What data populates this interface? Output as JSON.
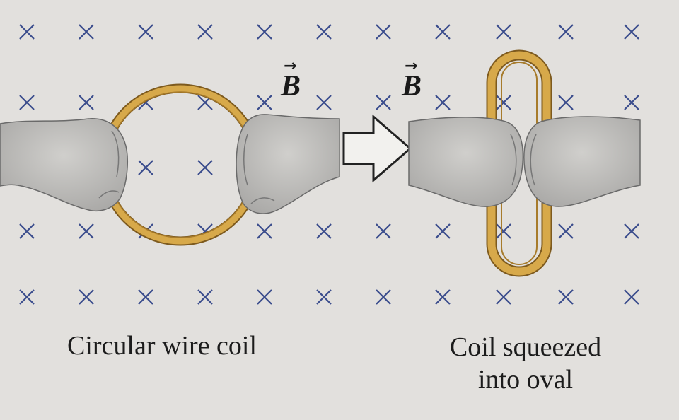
{
  "field": {
    "symbol": "B",
    "arrow": "→",
    "mark_color": "#3a4c8c",
    "direction": "into page"
  },
  "coil_color": "#c99a3e",
  "panels": {
    "left": {
      "caption": "Circular wire coil"
    },
    "right": {
      "caption_line1": "Coil squeezed",
      "caption_line2": "into oval"
    }
  },
  "transition_icon": "hollow-right-arrow-icon"
}
